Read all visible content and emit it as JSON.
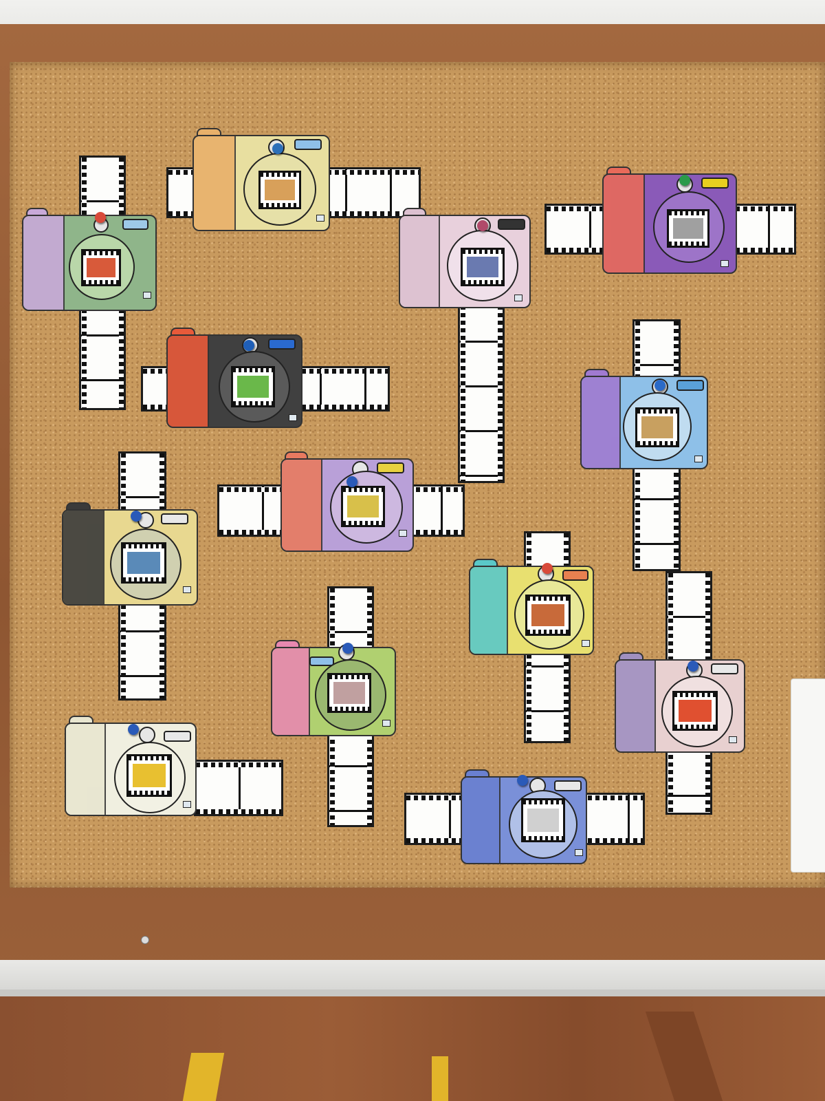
{
  "scene": {
    "description_colors": {
      "cork": "#c89a5e",
      "frame_wood": "#9a5d37",
      "wall": "#ececea",
      "shelf_wood": "#8e5331",
      "chair_leg": "#e2b52a",
      "film_black": "#1c1c1c"
    }
  },
  "cameras": [
    {
      "id": "cam-1",
      "orientation": "vertical",
      "body_color": "#8fb58a",
      "grip_color": "#c8a9d8",
      "lens_color": "#b9d7a9",
      "pin_color": "#d84a3a",
      "pic_color": "#d85a3a",
      "flash_color": "#9ec9e8"
    },
    {
      "id": "cam-2",
      "orientation": "horizontal",
      "body_color": "#e8dfa0",
      "grip_color": "#e8b06a",
      "lens_color": "#e6e0a8",
      "pin_color": "#2d6fb8",
      "pic_color": "#d8a05a",
      "flash_color": "#8fc0e8"
    },
    {
      "id": "cam-3",
      "orientation": "vertical",
      "body_color": "#e8d0dc",
      "grip_color": "#dcc0d0",
      "lens_color": "#f0e0ea",
      "pin_color": "#b04a6a",
      "pic_color": "#6a7ab0",
      "flash_color": "#333333"
    },
    {
      "id": "cam-4",
      "orientation": "horizontal",
      "body_color": "#8a5ab8",
      "grip_color": "#e86a5a",
      "lens_color": "#9d74c8",
      "pin_color": "#2a9a4a",
      "pic_color": "#a0a0a0",
      "flash_color": "#e8d020"
    },
    {
      "id": "cam-5",
      "orientation": "horizontal",
      "body_color": "#404040",
      "grip_color": "#e85a3a",
      "lens_color": "#5a5a5a",
      "pin_color": "#1f5fb8",
      "pic_color": "#6ab84a",
      "flash_color": "#2a6ad0"
    },
    {
      "id": "cam-6",
      "orientation": "vertical",
      "body_color": "#8ec0e8",
      "grip_color": "#a07ad0",
      "lens_color": "#c0dcf0",
      "pin_color": "#2a6ac8",
      "pic_color": "#c8a060",
      "flash_color": "#5aa0d8"
    },
    {
      "id": "cam-7",
      "orientation": "horizontal",
      "body_color": "#b9a0d8",
      "grip_color": "#e87a60",
      "lens_color": "#cdb8e0",
      "pin_color": "#2a5ab8",
      "pic_color": "#d8c04a",
      "flash_color": "#e8d040"
    },
    {
      "id": "cam-8",
      "orientation": "vertical",
      "body_color": "#e8d890",
      "grip_color": "#3a3a3a",
      "lens_color": "#d0d0b0",
      "pin_color": "#2a5ab8",
      "pic_color": "#5a8ab8",
      "flash_color": "#e8e8e8"
    },
    {
      "id": "cam-9",
      "orientation": "vertical",
      "body_color": "#e8e070",
      "grip_color": "#5ac8c8",
      "lens_color": "#e8e898",
      "pin_color": "#d84a3a",
      "pic_color": "#c86a3a",
      "flash_color": "#e88050"
    },
    {
      "id": "cam-10",
      "orientation": "vertical",
      "body_color": "#b0d070",
      "grip_color": "#e888b0",
      "lens_color": "#9ab870",
      "pin_color": "#2a5ab8",
      "pic_color": "#c0a0a0",
      "flash_color": "#8fc0e8"
    },
    {
      "id": "cam-11",
      "orientation": "vertical",
      "body_color": "#e8d0d0",
      "grip_color": "#a090c0",
      "lens_color": "#f0e0e0",
      "pin_color": "#2a5ab8",
      "pic_color": "#e05030",
      "flash_color": "#e8e8e8"
    },
    {
      "id": "cam-12",
      "orientation": "horizontal",
      "body_color": "#f0efe0",
      "grip_color": "#e8e6d0",
      "lens_color": "#f2f1e4",
      "pin_color": "#2a5ab8",
      "pic_color": "#e8c030",
      "flash_color": "#e8e8e8"
    },
    {
      "id": "cam-13",
      "orientation": "horizontal",
      "body_color": "#7a90d8",
      "grip_color": "#6a80d0",
      "lens_color": "#b0c0e8",
      "pin_color": "#2a5ab8",
      "pic_color": "#d0d0d0",
      "flash_color": "#e8e8e8"
    }
  ]
}
